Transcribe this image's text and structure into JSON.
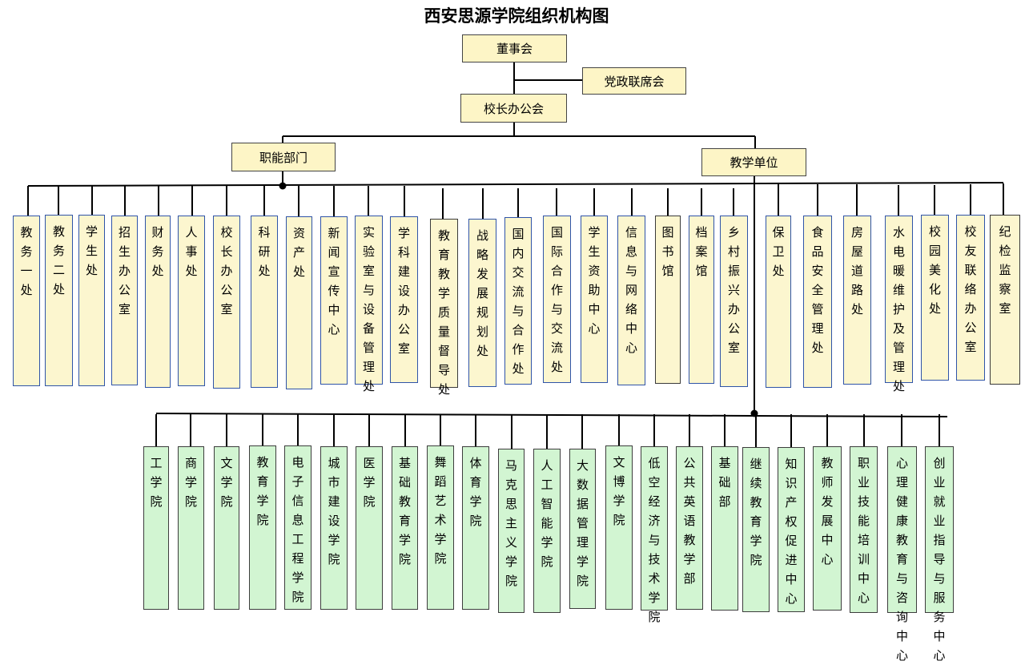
{
  "title": "西安思源学院组织机构图",
  "top": {
    "board": "董事会",
    "party": "党政联席会",
    "president": "校长办公会",
    "functional": "职能部门",
    "teaching": "教学单位"
  },
  "functional_units": [
    {
      "label": "教务一处",
      "border": "blue"
    },
    {
      "label": "教务二处",
      "border": "blue"
    },
    {
      "label": "学生处",
      "border": "blue"
    },
    {
      "label": "招生办公室",
      "border": "blue"
    },
    {
      "label": "财务处",
      "border": "blue"
    },
    {
      "label": "人事处",
      "border": "blue"
    },
    {
      "label": "校长办公室",
      "border": "blue"
    },
    {
      "label": "科研处",
      "border": "blue"
    },
    {
      "label": "资产处",
      "border": "blue"
    },
    {
      "label": "新闻宣传中心",
      "border": "blue"
    },
    {
      "label": "实验室与设备管理处",
      "border": "blue"
    },
    {
      "label": "学科建设办公室",
      "border": "blue"
    },
    {
      "label": "教育教学质量督导处",
      "border": "dark"
    },
    {
      "label": "战略发展规划处",
      "border": "blue"
    },
    {
      "label": "国内交流与合作处",
      "border": "blue"
    },
    {
      "label": "国际合作与交流处",
      "border": "blue"
    },
    {
      "label": "学生资助中心",
      "border": "blue"
    },
    {
      "label": "信息与网络中心",
      "border": "blue"
    },
    {
      "label": "图书馆",
      "border": "dark"
    },
    {
      "label": "档案馆",
      "border": "blue"
    },
    {
      "label": "乡村振兴办公室",
      "border": "blue"
    },
    {
      "label": "保卫处",
      "border": "blue"
    },
    {
      "label": "食品安全管理处",
      "border": "blue"
    },
    {
      "label": "房屋道路处",
      "border": "blue"
    },
    {
      "label": "水电暖维护及管理处",
      "border": "blue"
    },
    {
      "label": "校园美化处",
      "border": "blue"
    },
    {
      "label": "校友联络办公室",
      "border": "blue"
    },
    {
      "label": "纪检监察室",
      "border": "dark"
    }
  ],
  "teaching_units": [
    "工学院",
    "商学院",
    "文学院",
    "教育学院",
    "电子信息工程学院",
    "城市建设学院",
    "医学院",
    "基础教育学院",
    "舞蹈艺术学院",
    "体育学院",
    "马克思主义学院",
    "人工智能学院",
    "大数据管理学院",
    "文博学院",
    "低空经济与技术学院",
    "公共英语教学部",
    "基础部",
    "继续教育学院",
    "知识产权促进中心",
    "教师发展中心",
    "职业技能培训中心",
    "心理健康教育与咨询中心",
    "创业就业指导与服务中心"
  ],
  "colors": {
    "yellow": "#fcf6cf",
    "green": "#d2f5d2",
    "blue_border": "#2f54a8",
    "dark_border": "#3a3a3a",
    "line": "#000000"
  }
}
